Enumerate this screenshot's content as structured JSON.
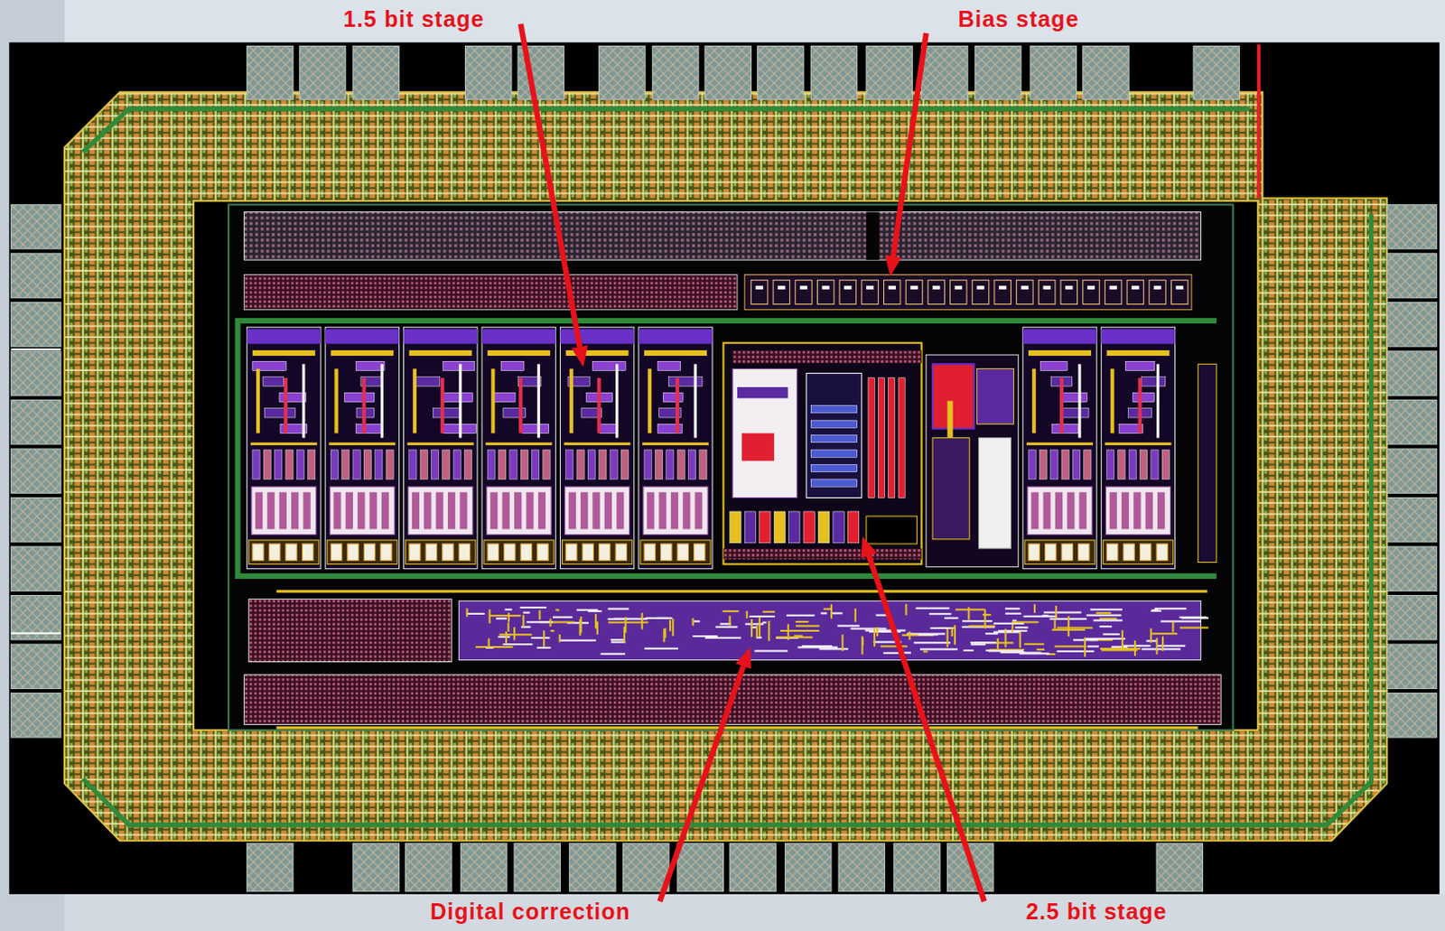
{
  "diagram": {
    "labels": [
      "1.5 bit stage",
      "Bias stage",
      "Digital correction",
      "2.5 bit stage"
    ]
  }
}
